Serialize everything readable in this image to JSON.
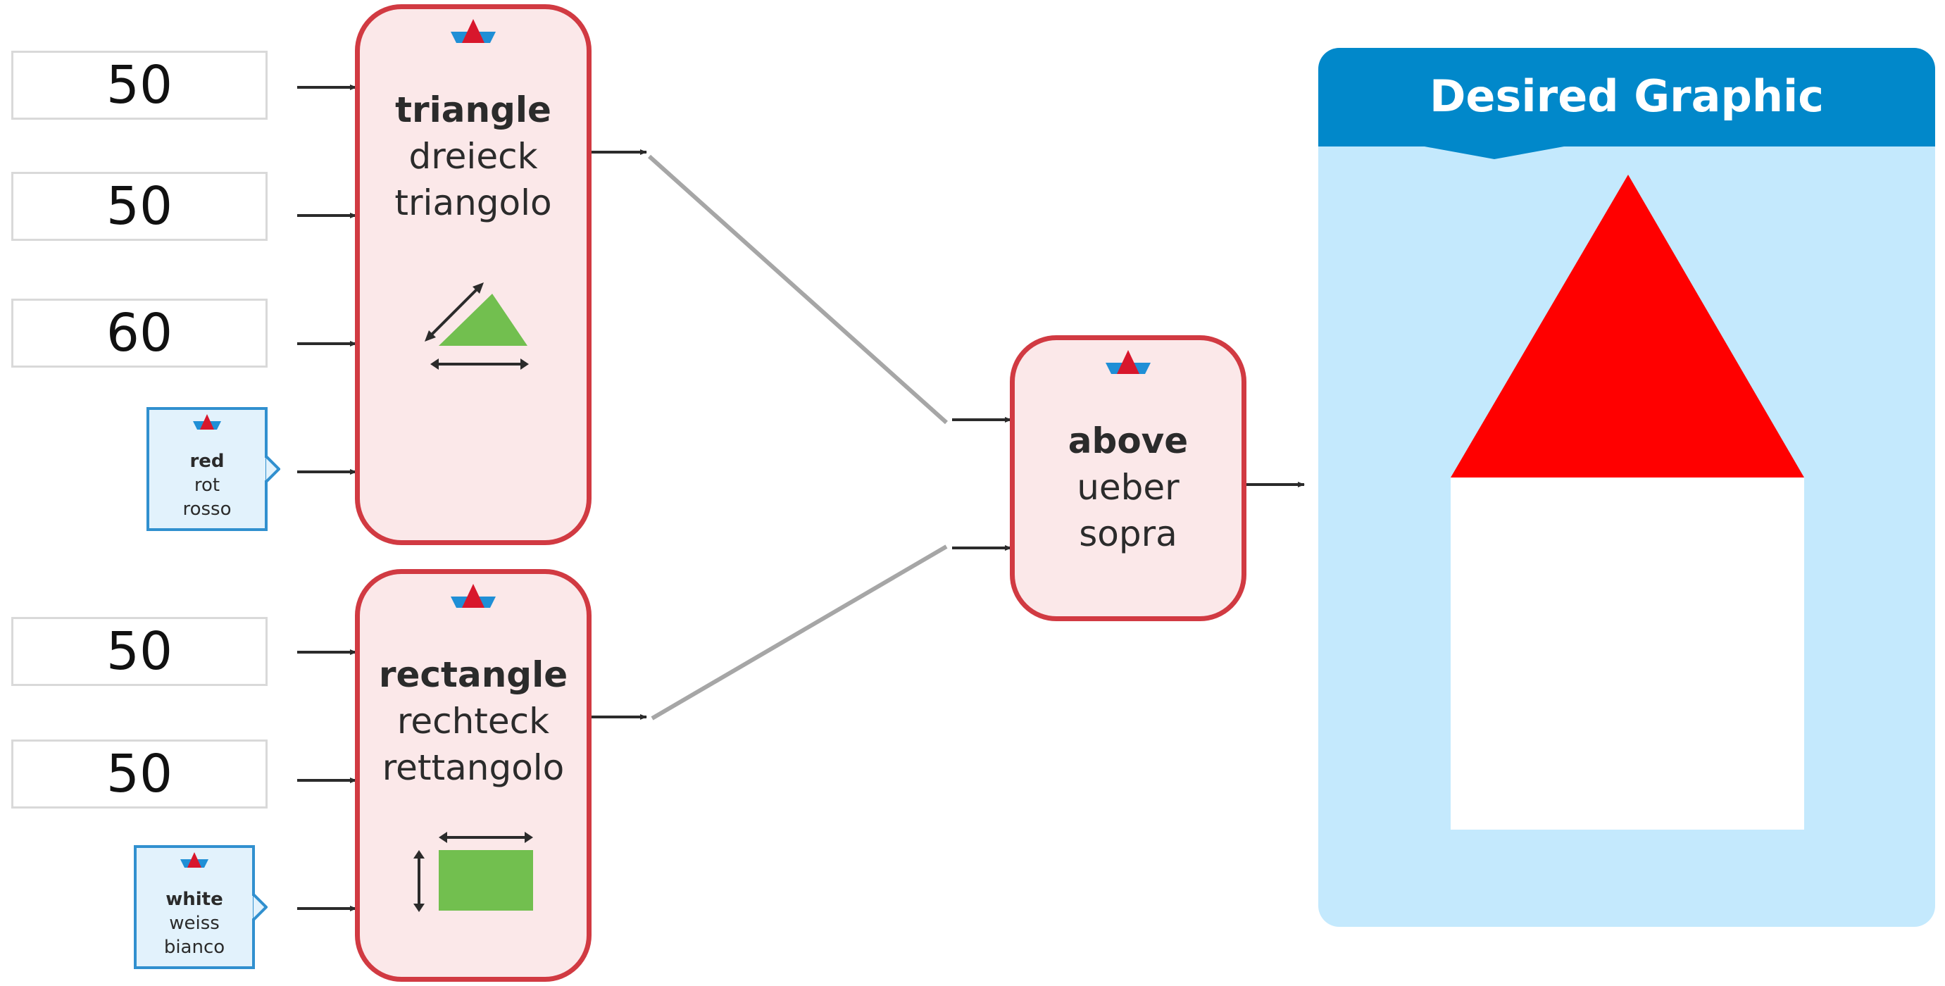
{
  "inputs": {
    "triangle_args": [
      "50",
      "50",
      "60"
    ],
    "rectangle_args": [
      "50",
      "50"
    ]
  },
  "colors_inputs": {
    "red": {
      "lines": [
        "red",
        "rot",
        "rosso"
      ]
    },
    "white": {
      "lines": [
        "white",
        "weiss",
        "bianco"
      ]
    }
  },
  "functions": {
    "triangle": {
      "lines": [
        "triangle",
        "dreieck",
        "triangolo"
      ]
    },
    "rectangle": {
      "lines": [
        "rectangle",
        "rechteck",
        "rettangolo"
      ]
    },
    "above": {
      "lines": [
        "above",
        "ueber",
        "sopra"
      ]
    }
  },
  "output": {
    "title": "Desired Graphic"
  },
  "palette": {
    "function_fill": "#fbe8e9",
    "function_border": "#d13a42",
    "color_box_fill": "#e2f2fc",
    "color_box_border": "#3190cf",
    "panel_fill": "#c4e9fd",
    "panel_header": "#0188ca",
    "icon_green": "#72bf4f",
    "shape_red": "#ff0000",
    "shape_white": "#ffffff",
    "connector_gray": "#a6a6a6"
  },
  "icons": [
    "wordsalad-logo-icon",
    "triangle-shape-icon",
    "rectangle-shape-icon",
    "arrow-icon"
  ]
}
